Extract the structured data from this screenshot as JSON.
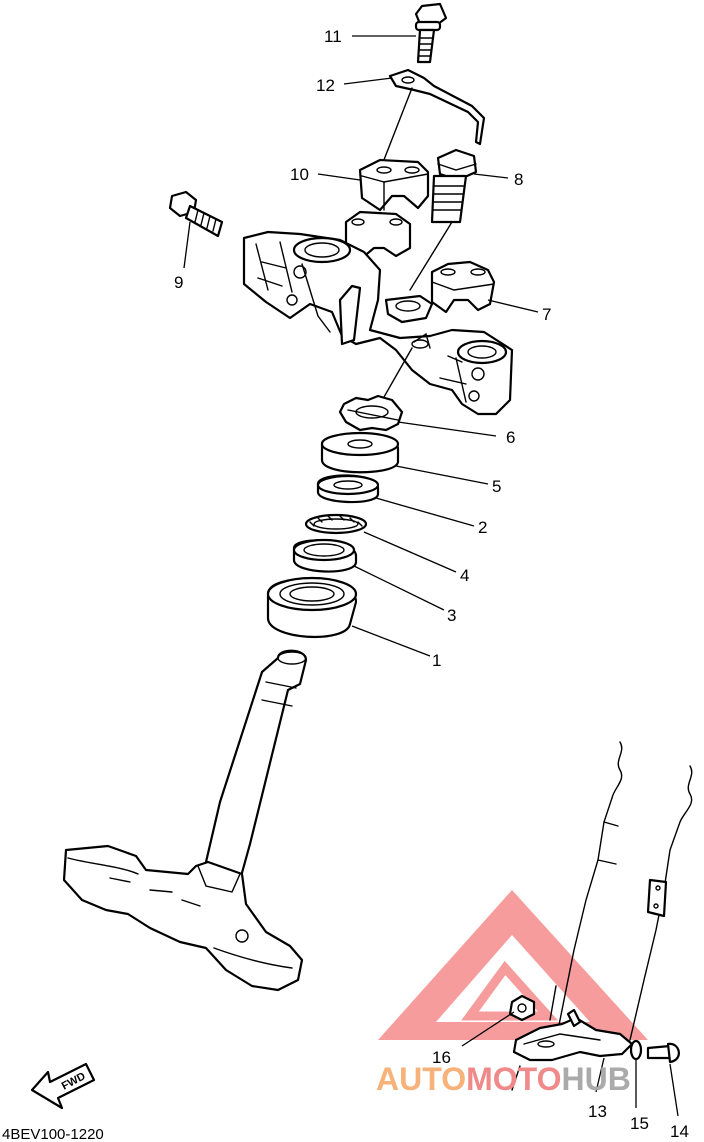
{
  "diagram_code": "4BEV100-1220",
  "fwd_label": "FWD",
  "watermark": {
    "part1": "AUTO",
    "part2": "MOTO",
    "part3": "HUB",
    "color_primary": "#f7b27a",
    "color_secondary": "#f08a8a",
    "color_hub": "#aaaaaa",
    "triangle_color": "#f47b7b"
  },
  "callouts": [
    {
      "id": "11",
      "label": "11"
    },
    {
      "id": "12",
      "label": "12"
    },
    {
      "id": "10",
      "label": "10"
    },
    {
      "id": "8",
      "label": "8"
    },
    {
      "id": "9",
      "label": "9"
    },
    {
      "id": "7",
      "label": "7"
    },
    {
      "id": "6",
      "label": "6"
    },
    {
      "id": "5",
      "label": "5"
    },
    {
      "id": "2",
      "label": "2"
    },
    {
      "id": "4",
      "label": "4"
    },
    {
      "id": "3",
      "label": "3"
    },
    {
      "id": "1",
      "label": "1"
    },
    {
      "id": "16",
      "label": "16"
    },
    {
      "id": "13",
      "label": "13"
    },
    {
      "id": "15",
      "label": "15"
    },
    {
      "id": "14",
      "label": "14"
    }
  ]
}
